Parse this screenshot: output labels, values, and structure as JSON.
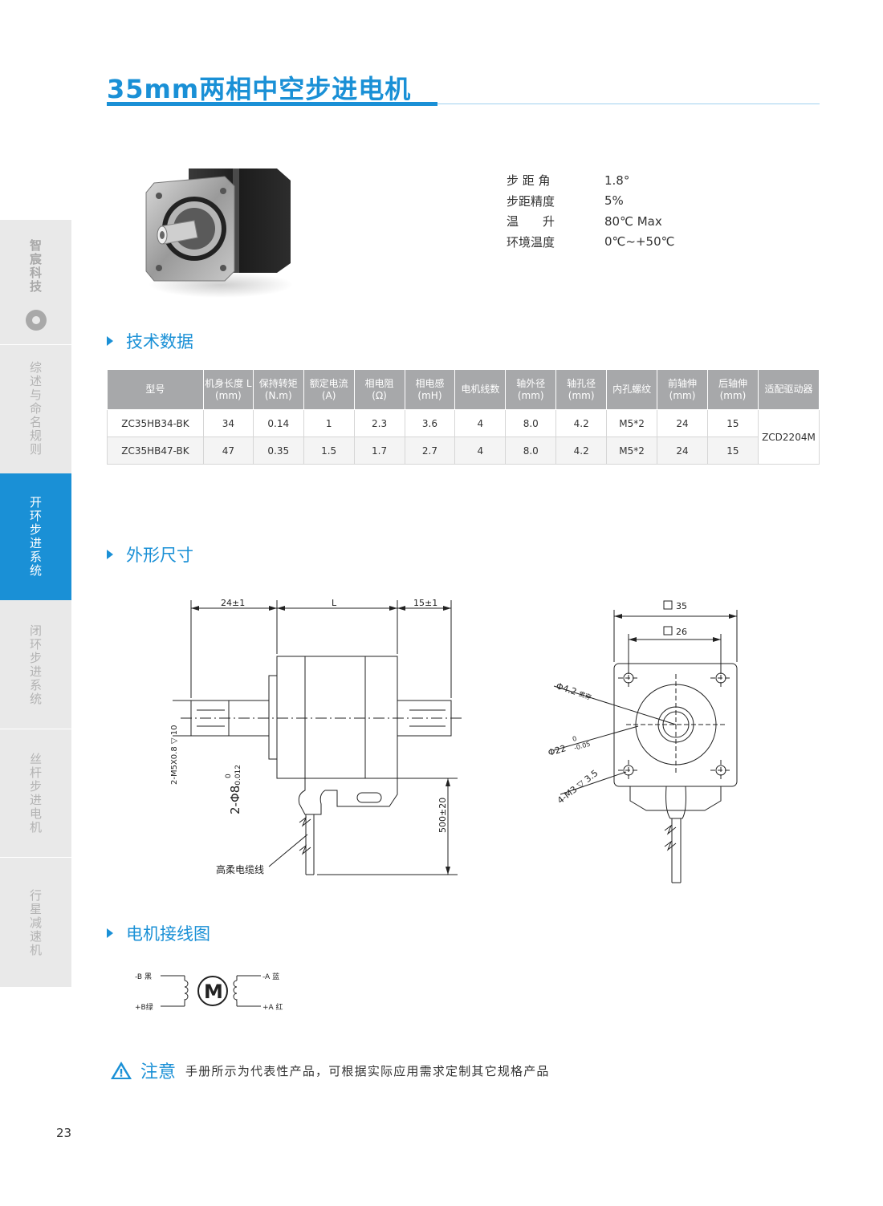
{
  "title": "35mm两相中空步进电机",
  "sidebar": {
    "brand": "智宸科技",
    "items": [
      {
        "label": "综述与命名规则"
      },
      {
        "label": "开环步进系统"
      },
      {
        "label": "闭环步进系统"
      },
      {
        "label": "丝杆步进电机"
      },
      {
        "label": "行星减速机"
      }
    ]
  },
  "specs": [
    {
      "label": "步 距 角",
      "value": "1.8°"
    },
    {
      "label": "步距精度",
      "value": "5%"
    },
    {
      "label": "温　　升",
      "value": "80℃ Max"
    },
    {
      "label": "环境温度",
      "value": "0℃~+50℃"
    }
  ],
  "sections": {
    "tech": "技术数据",
    "dims": "外形尺寸",
    "wiring": "电机接线图"
  },
  "table": {
    "headers": [
      [
        "型号",
        ""
      ],
      [
        "机身长度 L",
        "(mm)"
      ],
      [
        "保持转矩",
        "(N.m)"
      ],
      [
        "额定电流",
        "(A)"
      ],
      [
        "相电阻",
        "(Ω)"
      ],
      [
        "相电感",
        "(mH)"
      ],
      [
        "电机线数",
        ""
      ],
      [
        "轴外径",
        "(mm)"
      ],
      [
        "轴孔径",
        "(mm)"
      ],
      [
        "内孔螺纹",
        ""
      ],
      [
        "前轴伸",
        "(mm)"
      ],
      [
        "后轴伸",
        "(mm)"
      ],
      [
        "适配驱动器",
        ""
      ]
    ],
    "rows": [
      [
        "ZC35HB34-BK",
        "34",
        "0.14",
        "1",
        "2.3",
        "3.6",
        "4",
        "8.0",
        "4.2",
        "M5*2",
        "24",
        "15"
      ],
      [
        "ZC35HB47-BK",
        "47",
        "0.35",
        "1.5",
        "1.7",
        "2.7",
        "4",
        "8.0",
        "4.2",
        "M5*2",
        "24",
        "15"
      ]
    ],
    "driver": "ZCD2204M"
  },
  "side_view": {
    "dim_front": "24±1",
    "dim_body": "L",
    "dim_rear": "15±1",
    "thread": "2-M5X0.8",
    "thread_depth": "10",
    "shaft_dia": "2-Φ8",
    "shaft_tol_upper": "0",
    "shaft_tol_lower": "-0.012",
    "cable_len": "500±20",
    "cable_label": "高柔电缆线"
  },
  "front_view": {
    "outer": "35",
    "inner": "26",
    "hole_dia": "Φ4.2",
    "hole_note": "贯穿",
    "boss_dia": "Φ22",
    "boss_tol_upper": "0",
    "boss_tol_lower": "-0.05",
    "mount": "4-M3",
    "mount_depth": "3.5"
  },
  "wiring": {
    "b_minus": "-B 黑",
    "b_plus": "+B绿",
    "a_minus": "-A 蓝",
    "a_plus": "+A 红",
    "motor": "M"
  },
  "notice": {
    "title": "注意",
    "text": "手册所示为代表性产品，可根据实际应用需求定制其它规格产品"
  },
  "page_number": "23",
  "colors": {
    "accent": "#1a90d6",
    "table_header": "#a7a8aa",
    "sidebar": "#e9e9e9"
  }
}
